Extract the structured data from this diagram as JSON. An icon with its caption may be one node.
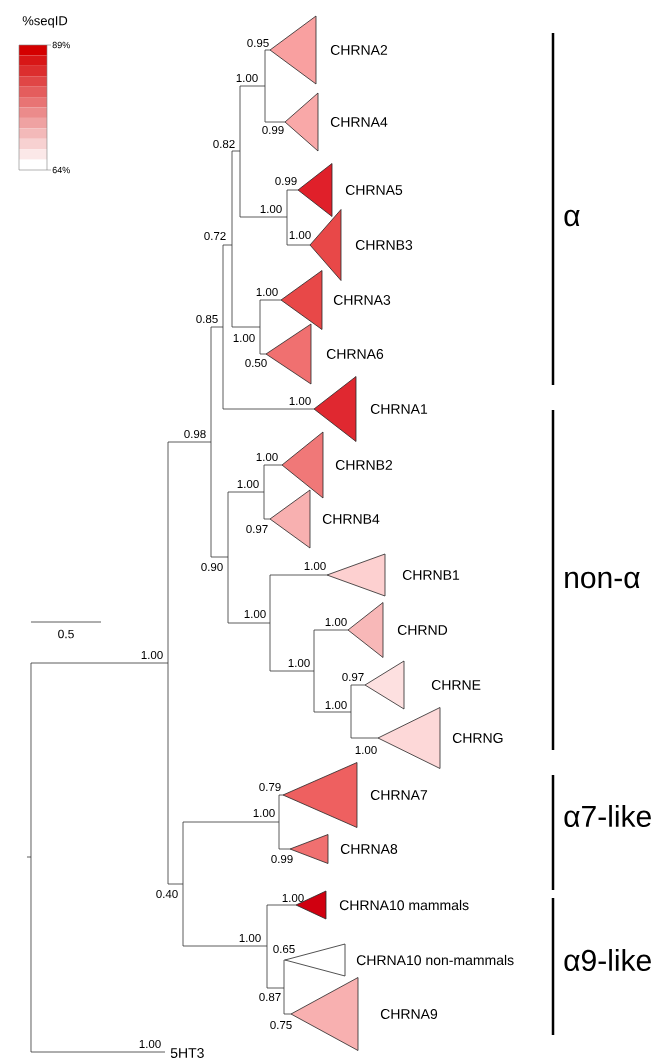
{
  "diagram": {
    "nodes": [
      {
        "text": [],
        "shape": "triangle",
        "beside": [
          "CHRNA2",
          "0.95"
        ]
      },
      {
        "text": [],
        "shape": "triangle",
        "beside": [
          "CHRNA4",
          "0.99"
        ]
      },
      {
        "text": [],
        "shape": "triangle",
        "beside": [
          "CHRNA5",
          "0.99"
        ]
      },
      {
        "text": [],
        "shape": "triangle",
        "beside": [
          "CHRNB3",
          "1.00"
        ]
      },
      {
        "text": [],
        "shape": "triangle",
        "beside": [
          "CHRNA3",
          "1.00"
        ]
      },
      {
        "text": [],
        "shape": "triangle",
        "beside": [
          "CHRNA6",
          "0.50"
        ]
      },
      {
        "text": [],
        "shape": "triangle",
        "beside": [
          "CHRNA1",
          "1.00"
        ]
      },
      {
        "text": [],
        "shape": "triangle",
        "beside": [
          "CHRNB2",
          "1.00"
        ]
      },
      {
        "text": [],
        "shape": "triangle",
        "beside": [
          "CHRNB4",
          "0.97"
        ]
      },
      {
        "text": [],
        "shape": "triangle",
        "beside": [
          "CHRNB1",
          "1.00"
        ]
      },
      {
        "text": [],
        "shape": "triangle",
        "beside": [
          "CHRND",
          "1.00"
        ]
      },
      {
        "text": [],
        "shape": "triangle",
        "beside": [
          "CHRNE",
          "0.97"
        ]
      },
      {
        "text": [],
        "shape": "triangle",
        "beside": [
          "CHRNG",
          "1.00"
        ]
      },
      {
        "text": [],
        "shape": "triangle",
        "beside": [
          "CHRNA7",
          "0.79"
        ]
      },
      {
        "text": [],
        "shape": "triangle",
        "beside": [
          "CHRNA8",
          "0.99"
        ]
      },
      {
        "text": [],
        "shape": "triangle",
        "beside": [
          "CHRNA10 mammals",
          "1.00"
        ]
      },
      {
        "text": [],
        "shape": "triangle",
        "beside": [
          "CHRNA10 non-mammals",
          "0.65"
        ]
      },
      {
        "text": [],
        "shape": "triangle",
        "beside": [
          "CHRNA9",
          "0.75"
        ]
      },
      {
        "text": [
          "5HT3"
        ],
        "beside": [
          "1.00"
        ]
      }
    ],
    "labels": [
      "%seqID",
      "1.00",
      "0.82",
      "1.00",
      "0.72",
      "0.85",
      "1.00",
      "0.98",
      "1.00",
      "0.90",
      "0.5",
      "1.00",
      "1.00",
      "1.00",
      "1.00",
      "1.00",
      "0.40",
      "1.00",
      "0.87",
      "α",
      "non-α",
      "α7-like",
      "α9-like"
    ],
    "legend": [
      {
        "text": "89%",
        "color": "#d40000"
      },
      {
        "text": "64%",
        "color": "#ffffff"
      }
    ]
  }
}
